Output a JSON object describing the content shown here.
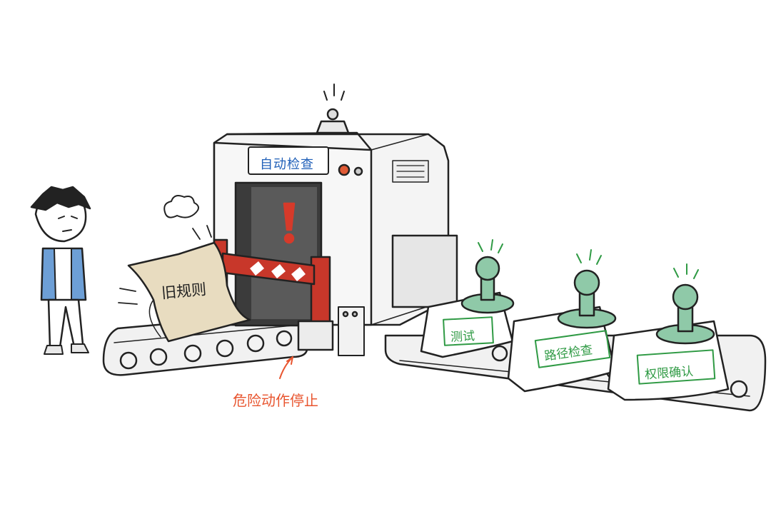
{
  "machine": {
    "title": "自动检查",
    "alert_symbol": "!"
  },
  "old_rule": {
    "label": "旧规则"
  },
  "stop_note": {
    "label": "危险动作停止"
  },
  "stamps": [
    {
      "label": "测试"
    },
    {
      "label": "路径检查"
    },
    {
      "label": "权限确认"
    }
  ],
  "colors": {
    "ink": "#222222",
    "alert_red": "#d63a2a",
    "barrier_red": "#c8372a",
    "stamp_green": "#2f9a44",
    "stamp_body": "#8fc9a8",
    "title_blue": "#1f5fb8",
    "annotation_orange": "#e8552f",
    "paper": "#e8dcc0",
    "shirt": "#6d9fd6"
  }
}
